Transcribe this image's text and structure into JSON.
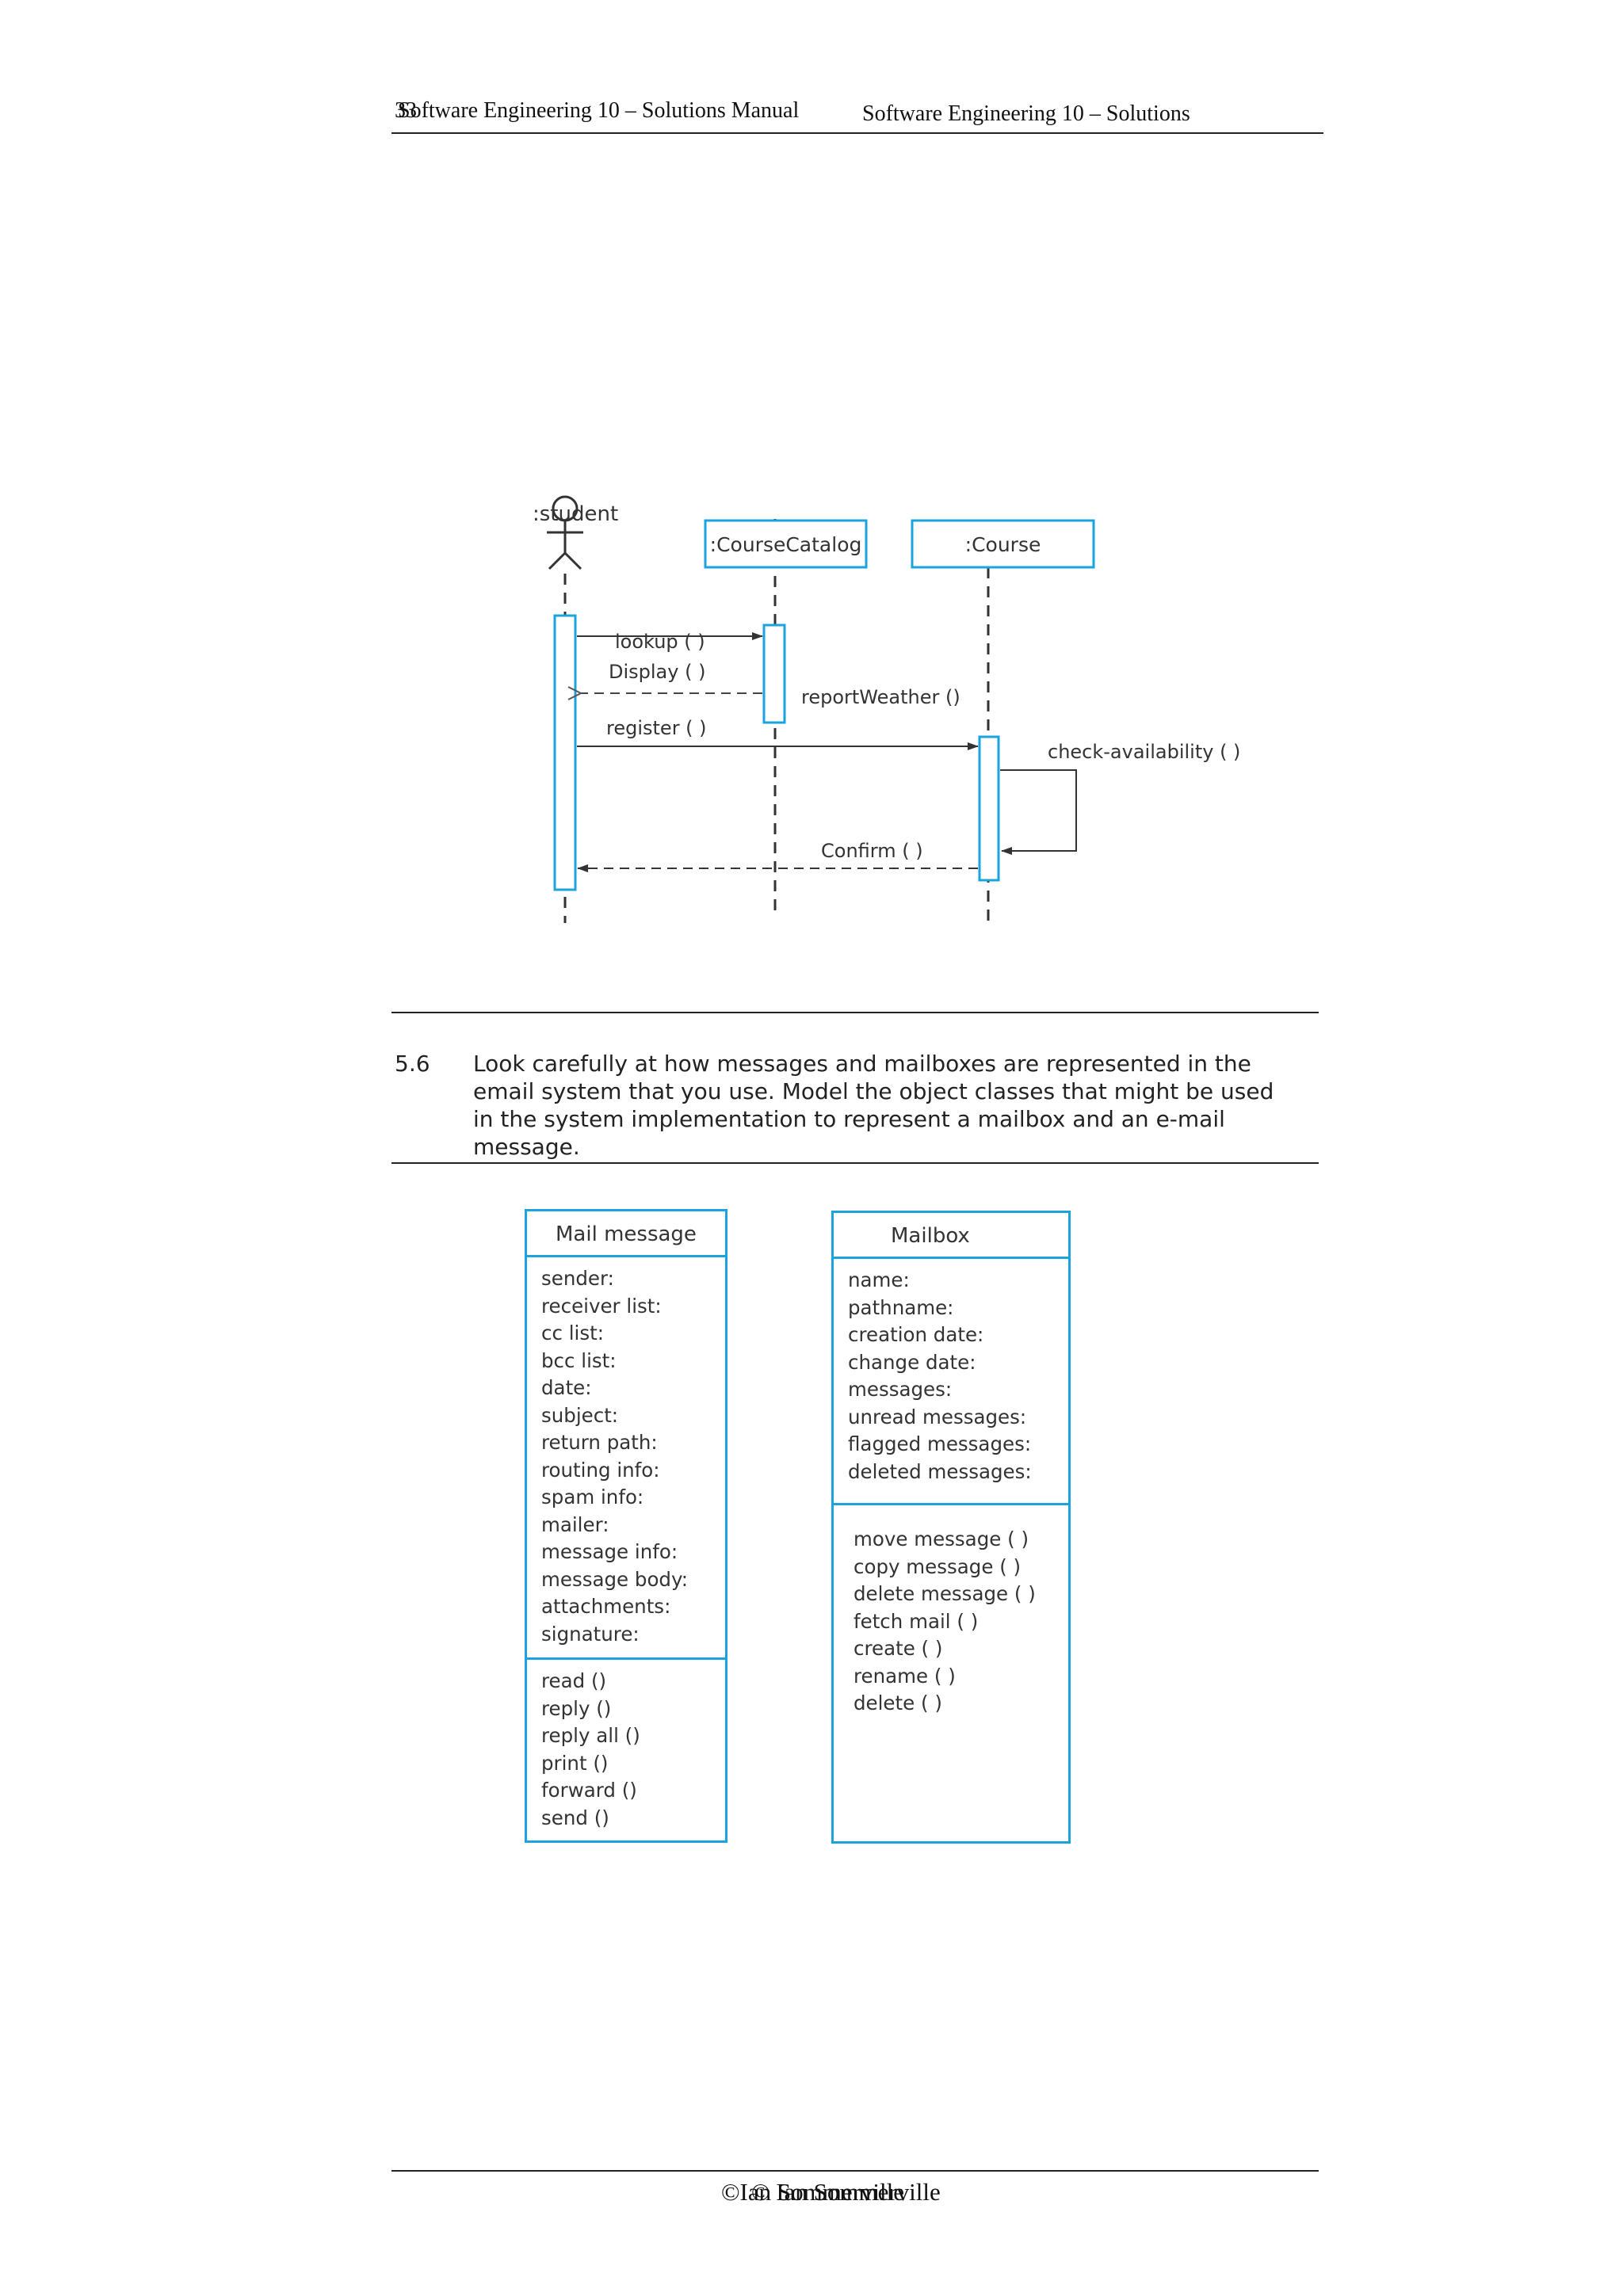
{
  "header": {
    "page_number": "33",
    "left_title": "Software Engineering 10 – Solutions Manual",
    "right_title": "Software Engineering 10 – Solutions"
  },
  "sequence_diagram": {
    "actor_label": ":student",
    "lifelines": [
      ":CourseCatalog",
      ":Course"
    ],
    "messages": {
      "lookup": "lookup ( )",
      "display": "Display ( )",
      "report_weather": "reportWeather ()",
      "register": "register ( )",
      "check_availability": "check-availability ( )",
      "confirm": "Confirm ( )"
    }
  },
  "question": {
    "number": "5.6",
    "lines": [
      "Look carefully at how messages and mailboxes are represented in the",
      "email system that you use. Model the object classes that might be used",
      "in the system implementation to represent a mailbox and an e-mail",
      "message."
    ]
  },
  "mail_message_class": {
    "title": "Mail message",
    "attributes": [
      "sender:",
      "receiver list:",
      "cc list:",
      "bcc list:",
      "date:",
      "subject:",
      "return path:",
      "routing info:",
      "spam info:",
      "mailer:",
      "message info:",
      "message body:",
      "attachments:",
      "signature:"
    ],
    "operations": [
      "read ()",
      "reply ()",
      "reply all ()",
      "print ()",
      "forward ()",
      "send ()"
    ]
  },
  "mailbox_class": {
    "title": "Mailbox",
    "attributes": [
      "name:",
      "pathname:",
      "creation date:",
      "change date:",
      "messages:",
      "unread messages:",
      "flagged messages:",
      "deleted messages:"
    ],
    "operations": [
      "move message ( )",
      "copy message ( )",
      "delete message ( )",
      "fetch mail ( )",
      "create ( )",
      "rename ( )",
      "delete ( )"
    ]
  },
  "footer": {
    "copyright": "©Ian Sommerville",
    "copyright_overlay": "© Ian Sommerville"
  },
  "colors": {
    "uml_blue": "#1aa3dc",
    "text": "#222222"
  }
}
